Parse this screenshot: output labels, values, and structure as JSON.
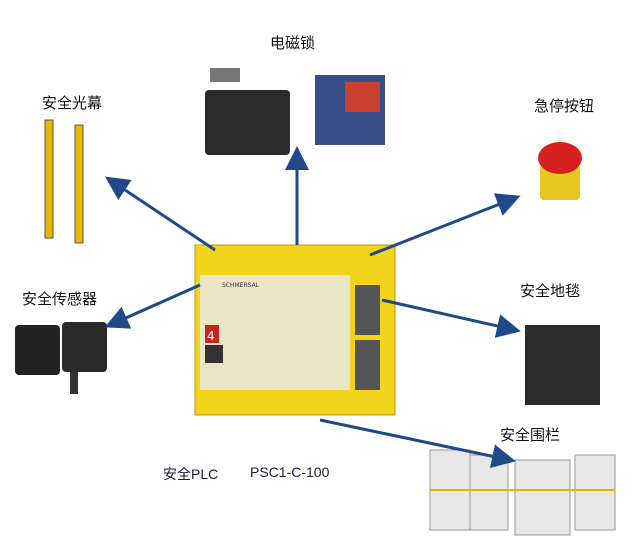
{
  "labels": {
    "light_curtain": "安全光幕",
    "lock": "电磁锁",
    "estop": "急停按钮",
    "sensor": "安全传感器",
    "mat": "安全地毯",
    "fence": "安全围栏",
    "plc": "安全PLC",
    "model": "PSC1-C-100"
  },
  "plc_display": {
    "brand": "SCHMERSAL",
    "digit": "4"
  },
  "colors": {
    "arrow": "#1f4a8a",
    "plc": "#f2d51a"
  }
}
